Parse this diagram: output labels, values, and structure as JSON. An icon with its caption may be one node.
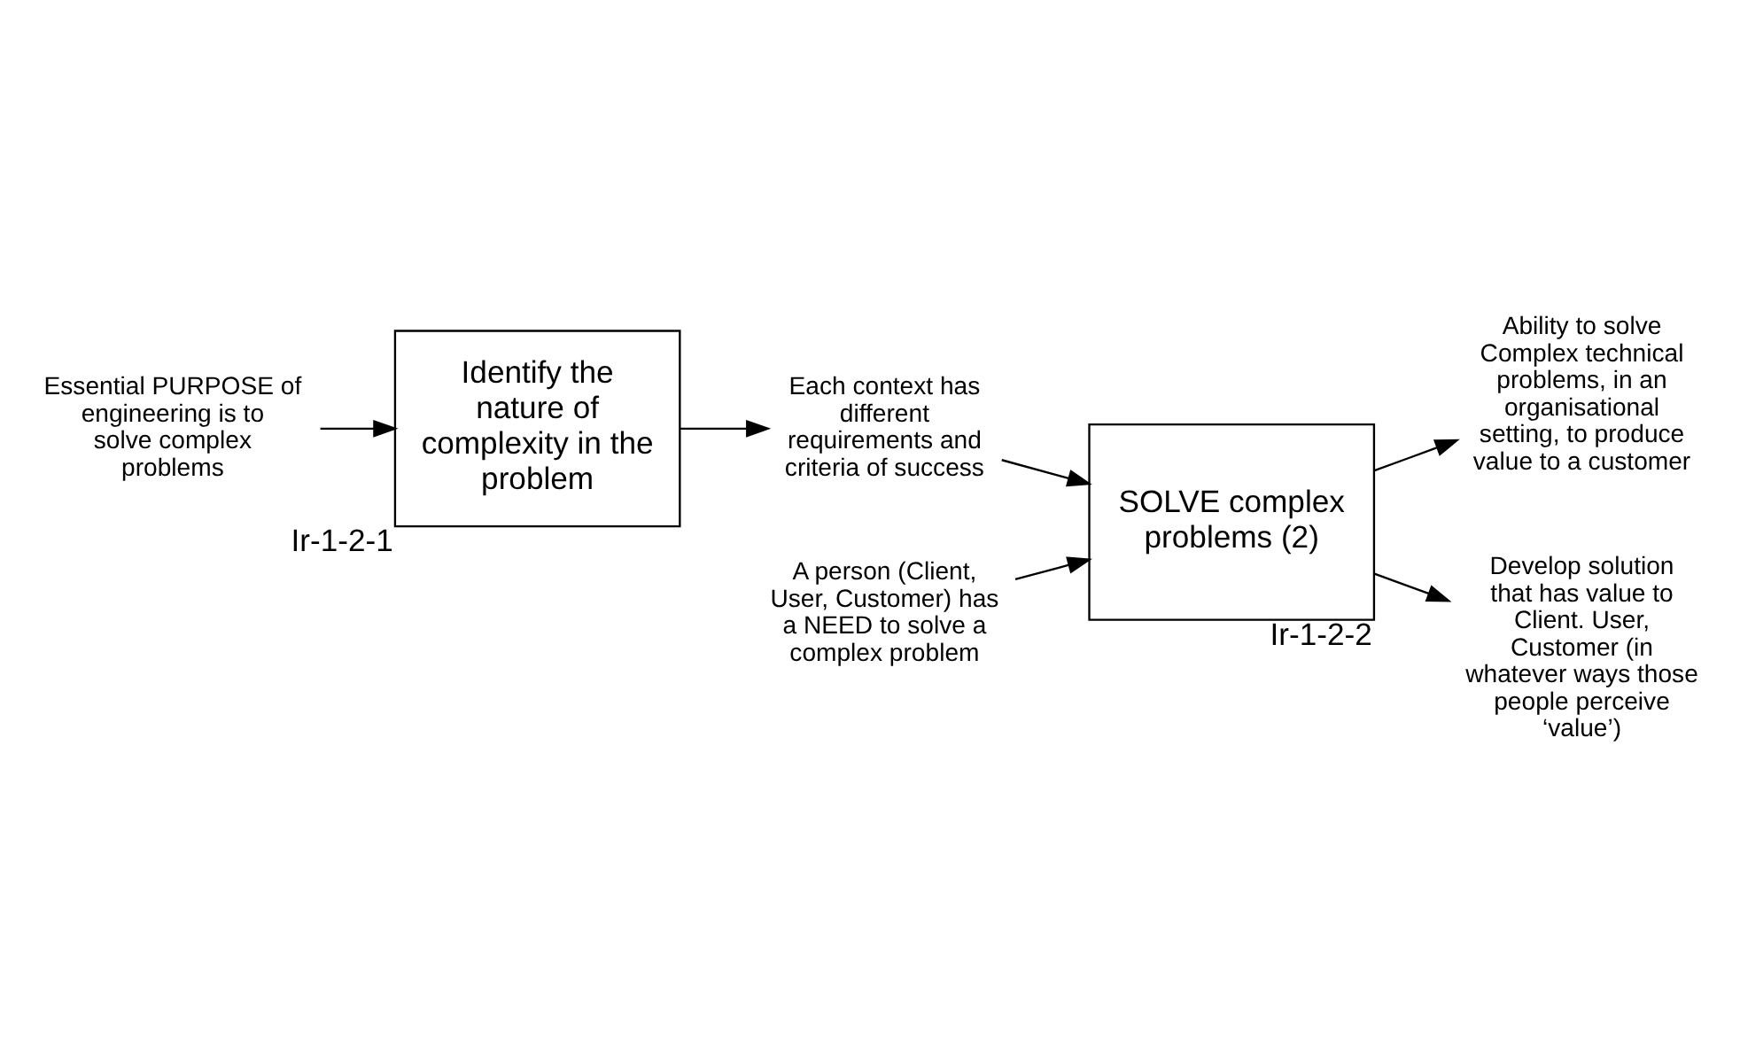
{
  "diagram": {
    "nodes": [
      {
        "text": [
          "Essential PURPOSE of engineering is to solve complex problems"
        ]
      },
      {
        "text": [
          "Identify the nature of complexity in the problem"
        ],
        "beside": [
          "Ir-1-2-1"
        ]
      },
      {
        "text": [
          "Each context has different requirements and criteria of success"
        ]
      },
      {
        "text": [
          "A person (Client, User, Customer) has a NEED to solve a complex problem"
        ]
      },
      {
        "text": [
          "SOLVE complex problems (2)"
        ],
        "beside": [
          "Ir-1-2-2"
        ]
      },
      {
        "text": [
          "Ability to solve Complex technical problems, in an organisational setting, to produce value to a customer"
        ]
      },
      {
        "text": [
          "Develop solution that has value to Client. User, Customer (in whatever ways those people perceive ‘value’)"
        ]
      }
    ],
    "edges": [
      {
        "from": 0,
        "to": 1,
        "arrow": "to"
      },
      {
        "from": 1,
        "to": 2,
        "arrow": "to"
      },
      {
        "from": 2,
        "to": 4,
        "arrow": "to"
      },
      {
        "from": 3,
        "to": 4,
        "arrow": "to"
      },
      {
        "from": 4,
        "to": 5,
        "arrow": "to"
      },
      {
        "from": 4,
        "to": 6,
        "arrow": "to"
      }
    ]
  }
}
